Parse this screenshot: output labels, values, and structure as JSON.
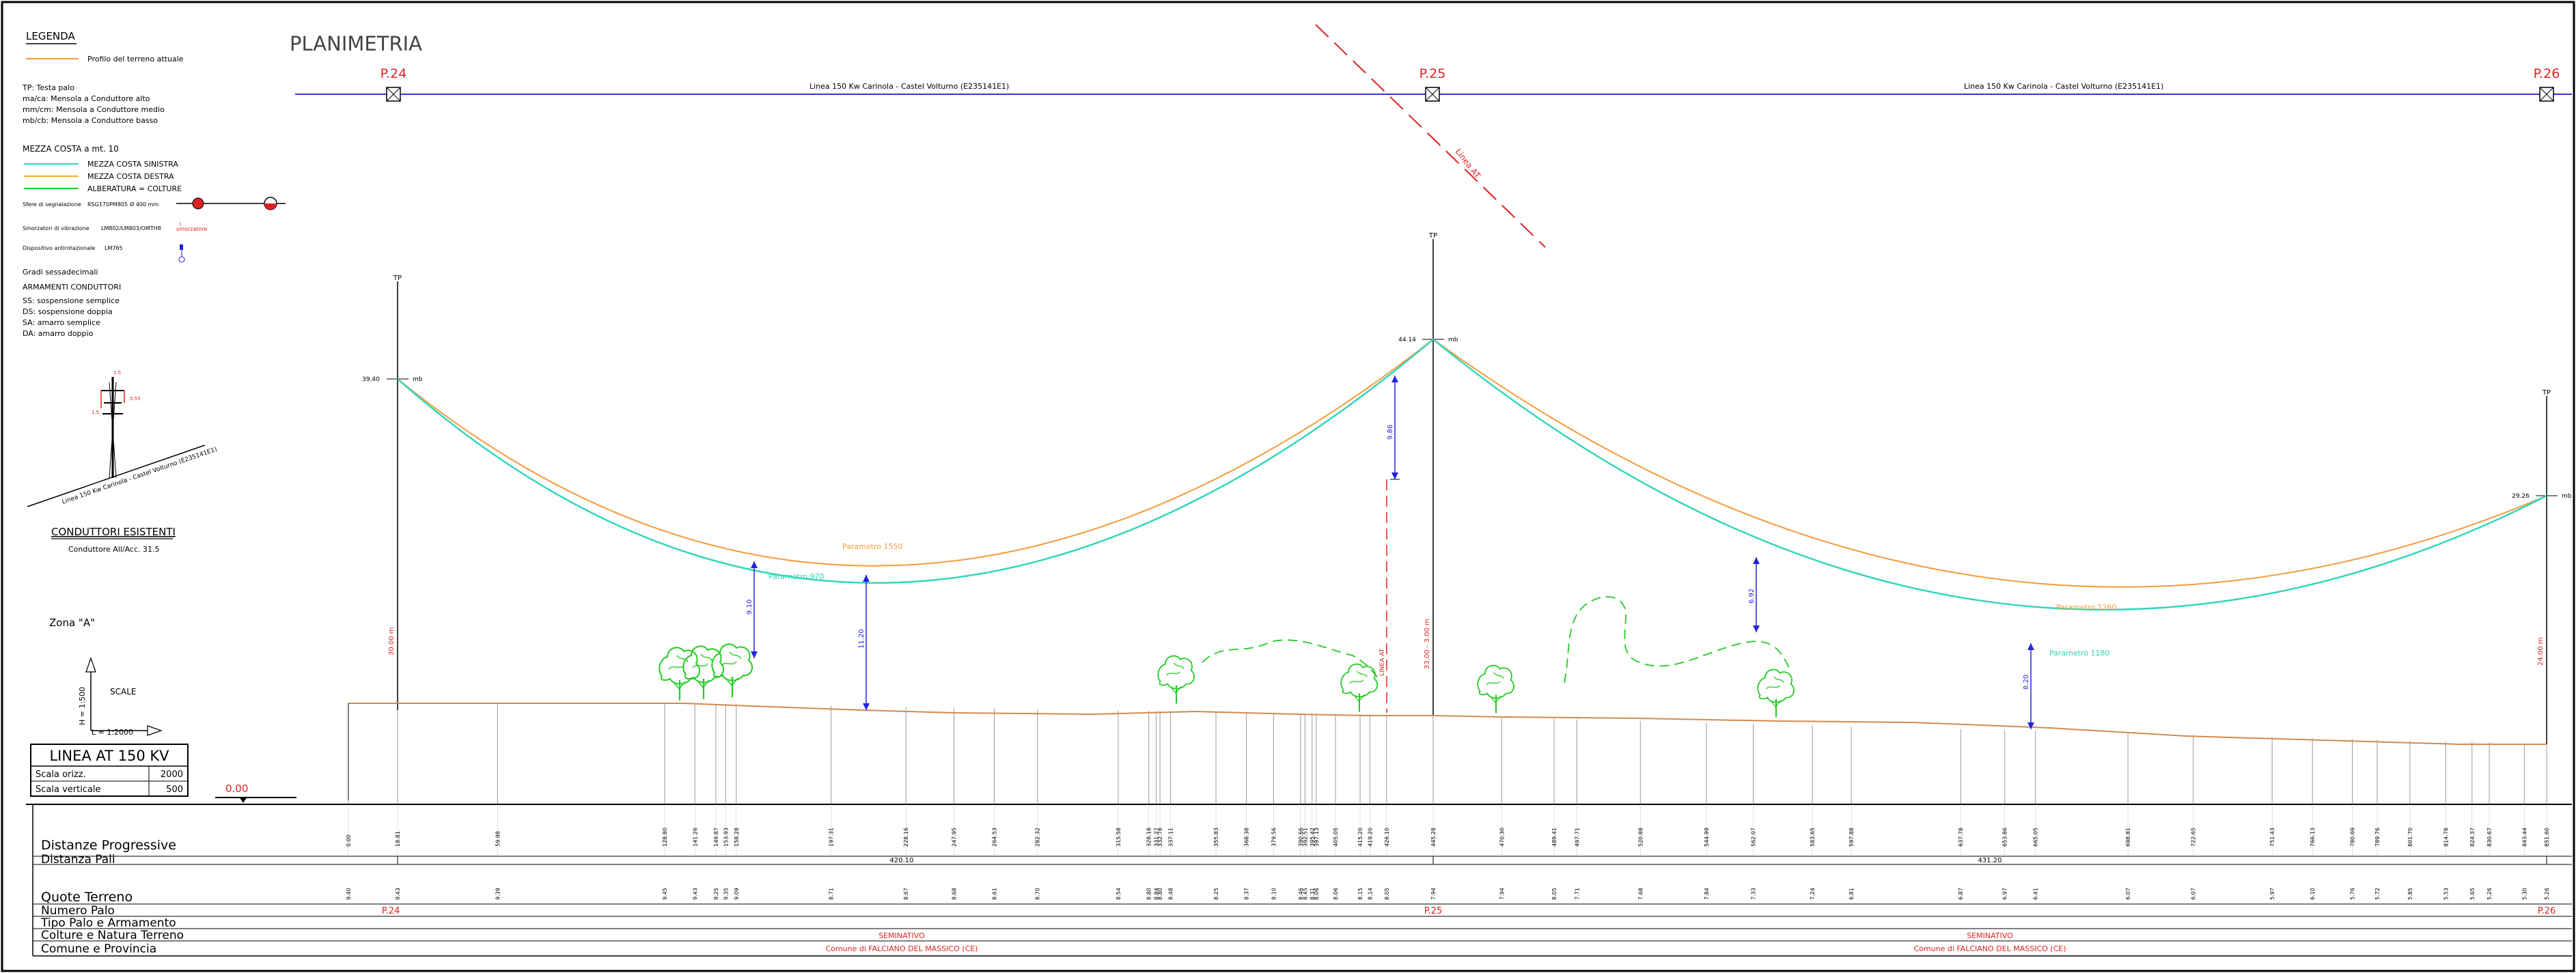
{
  "legend": {
    "title": "LEGENDA",
    "profile_label": "Profilo del terreno attuale",
    "abbrev": [
      "TP: Testa palo",
      "ma/ca: Mensola a Conduttore alto",
      "mm/cm: Mensola a Conduttore medio",
      "mb/cb: Mensola a Conduttore basso"
    ],
    "mezza_costa_title": "MEZZA COSTA a mt. 10",
    "mezza_sinistra": "MEZZA COSTA SINISTRA",
    "mezza_destra": "MEZZA COSTA DESTRA",
    "alberatura": "ALBERATURA = COLTURE",
    "sfere_label": "Sfere di segnalazione",
    "sfere_code": "RSG170PM805",
    "sfere_size": "Ø 400 mm",
    "smorzatori_label": "Smorzatori di vibrazione",
    "smorzatori_code": "LM802/LM803/OMTH8",
    "smorzatori_mark": "smorzatore",
    "antirotazionale_label": "Dispositivo antirotazionale",
    "antirotazionale_code": "LM765",
    "gradi": "Gradi sessadecimali",
    "armamenti_title": "ARMAMENTI CONDUTTORI",
    "armamenti": [
      "SS: sospensione semplice",
      "DS: sospensione doppia",
      "SA: amarro semplice",
      "DA: amarro doppio"
    ],
    "section_line_label": "Linea 150 Kw Carinola - Castel Volturno (E235141E1)",
    "conduttori_title": "CONDUTTORI ESISTENTI",
    "conduttori_sub": "Conduttore All/Acc. 31.5",
    "zona": "Zona \"A\"",
    "scale_label": "SCALE",
    "scale_v": "H = 1:500",
    "scale_h": "L = 1:2000"
  },
  "title_box": {
    "title": "LINEA AT 150 KV",
    "rows": [
      {
        "label": "Scala orizz.",
        "value": "2000"
      },
      {
        "label": "Scala verticale",
        "value": "500"
      }
    ]
  },
  "datum": "0.00",
  "plan": {
    "title": "PLANIMETRIA",
    "poles": [
      "P.24",
      "P.25",
      "P.26"
    ],
    "line_label_1": "Linea 150 Kw Carinola - Castel Volturno (E235141E1)",
    "line_label_2": "Linea 150 Kw Carinola - Castel Volturno (E235141E1)",
    "crossing_label": "Linea AT"
  },
  "profile": {
    "tp": "TP",
    "mb": "mb",
    "pole_quotes": [
      "39.40",
      "44.14",
      "29.26"
    ],
    "pole_heights": [
      "30.00 m",
      "33.00 - 3.00 m",
      "24.00 m"
    ],
    "param_1550": "Parametro 1550",
    "param_970": "Parametro 970",
    "param_1260": "Parametro 1260",
    "param_1180": "Parametro 1180",
    "clearances": [
      "9.10",
      "11.20",
      "9.86",
      "6.92",
      "8.20"
    ],
    "linea_at_height": "LINEA AT"
  },
  "colors": {
    "orange": "#f39c3b",
    "cyan": "#2fd6b8",
    "green": "#22cc22",
    "red": "#dd2222",
    "blue": "#2222dd",
    "terrain": "#d08a50"
  },
  "table": {
    "rows": [
      "Distanze Progressive",
      "Distanza Pali",
      "Quote Terreno",
      "Numero Palo",
      "Tipo Palo e Armamento",
      "Colture e Natura Terreno",
      "Comune e Provincia"
    ],
    "progressive": [
      "0.00",
      "18.81",
      "59.98",
      "128.80",
      "141.26",
      "149.87",
      "153.93",
      "158.28",
      "197.31",
      "228.16",
      "247.95",
      "264.53",
      "282.32",
      "315.58",
      "331.27",
      "328.18",
      "332.78",
      "337.11",
      "355.83",
      "368.38",
      "379.56",
      "390.66",
      "392.51",
      "395.42",
      "397.13",
      "405.05",
      "415.20",
      "419.20",
      "426.10",
      "445.28",
      "470.30",
      "489.41",
      "497.71",
      "520.88",
      "544.99",
      "562.07",
      "583.65",
      "597.88",
      "637.78",
      "653.86",
      "665.05",
      "698.81",
      "722.65",
      "751.43",
      "766.13",
      "780.69",
      "789.76",
      "801.70",
      "814.78",
      "824.37",
      "830.67",
      "843.44",
      "851.60"
    ],
    "quote": [
      "9.40",
      "9.43",
      "9.39",
      "9.45",
      "9.43",
      "9.25",
      "9.35",
      "9.09",
      "8.71",
      "8.67",
      "8.68",
      "8.61",
      "8.70",
      "8.54",
      "8.84",
      "8.80",
      "8.80",
      "8.48",
      "8.25",
      "8.37",
      "8.10",
      "8.46",
      "8.45",
      "8.31",
      "8.06",
      "8.06",
      "8.15",
      "8.14",
      "8.05",
      "7.94",
      "7.94",
      "8.05",
      "7.71",
      "7.68",
      "7.84",
      "7.33",
      "7.24",
      "6.81",
      "6.87",
      "6.97",
      "6.41",
      "6.07",
      "6.07",
      "5.97",
      "6.10",
      "5.76",
      "5.72",
      "5.85",
      "5.53",
      "5.65",
      "5.26",
      "5.30",
      "5.26"
    ],
    "span_1": "420.10",
    "span_2": "431.20",
    "pole_numbers": [
      "P.24",
      "P.25",
      "P.26"
    ],
    "colture_1": "SEMINATIVO",
    "colture_2": "SEMINATIVO",
    "comune_1": "Comune di FALCIANO DEL MASSICO (CE)",
    "comune_2": "Comune di FALCIANO DEL MASSICO (CE)"
  }
}
